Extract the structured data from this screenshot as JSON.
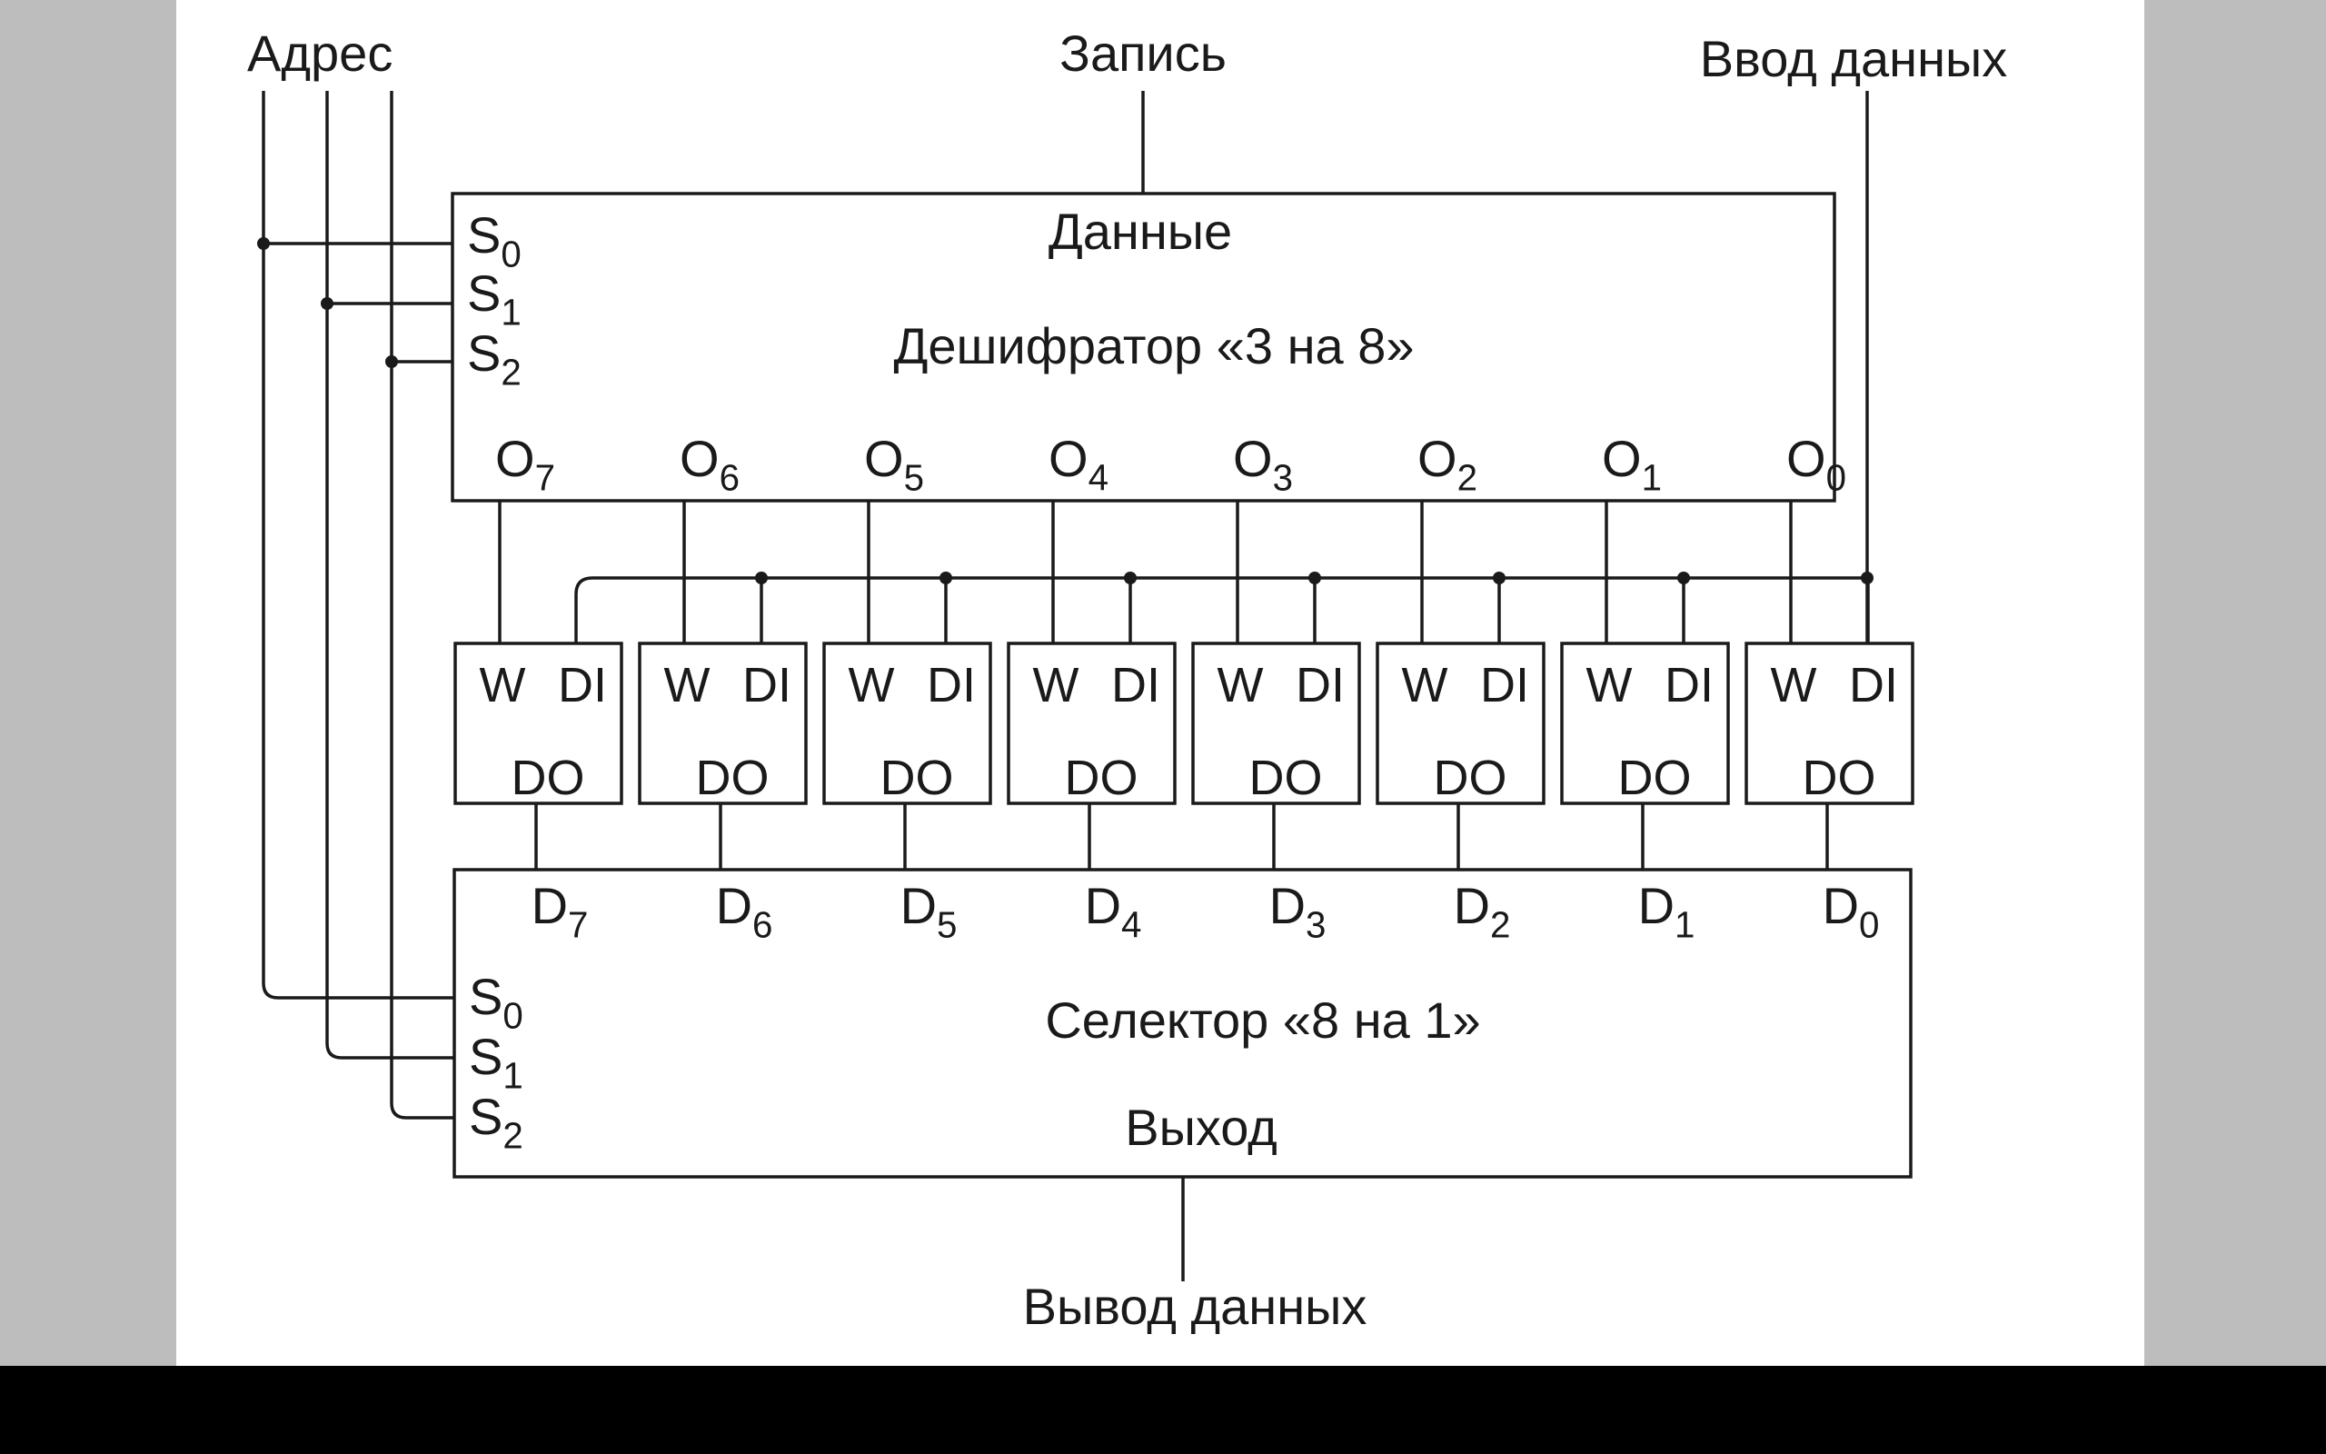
{
  "labels": {
    "address": "Адрес",
    "write": "Запись",
    "data_in": "Ввод данных",
    "data_out": "Вывод данных"
  },
  "decoder": {
    "data_label": "Данные",
    "title": "Дешифратор «3 на 8»",
    "selects": [
      {
        "letter": "S",
        "index": "0"
      },
      {
        "letter": "S",
        "index": "1"
      },
      {
        "letter": "S",
        "index": "2"
      }
    ],
    "outputs": [
      {
        "letter": "O",
        "index": "7"
      },
      {
        "letter": "O",
        "index": "6"
      },
      {
        "letter": "O",
        "index": "5"
      },
      {
        "letter": "O",
        "index": "4"
      },
      {
        "letter": "O",
        "index": "3"
      },
      {
        "letter": "O",
        "index": "2"
      },
      {
        "letter": "O",
        "index": "1"
      },
      {
        "letter": "O",
        "index": "0"
      }
    ]
  },
  "latch": {
    "w_label": "W",
    "di_label": "DI",
    "do_label": "DO"
  },
  "selector": {
    "title": "Селектор «8 на 1»",
    "output_label": "Выход",
    "selects": [
      {
        "letter": "S",
        "index": "0"
      },
      {
        "letter": "S",
        "index": "1"
      },
      {
        "letter": "S",
        "index": "2"
      }
    ],
    "inputs": [
      {
        "letter": "D",
        "index": "7"
      },
      {
        "letter": "D",
        "index": "6"
      },
      {
        "letter": "D",
        "index": "5"
      },
      {
        "letter": "D",
        "index": "4"
      },
      {
        "letter": "D",
        "index": "3"
      },
      {
        "letter": "D",
        "index": "2"
      },
      {
        "letter": "D",
        "index": "1"
      },
      {
        "letter": "D",
        "index": "0"
      }
    ]
  },
  "colors": {
    "line": "#1a1a1a",
    "paper": "#ffffff",
    "side_margin": "#bdbdbd",
    "bottom_band": "#000000"
  }
}
